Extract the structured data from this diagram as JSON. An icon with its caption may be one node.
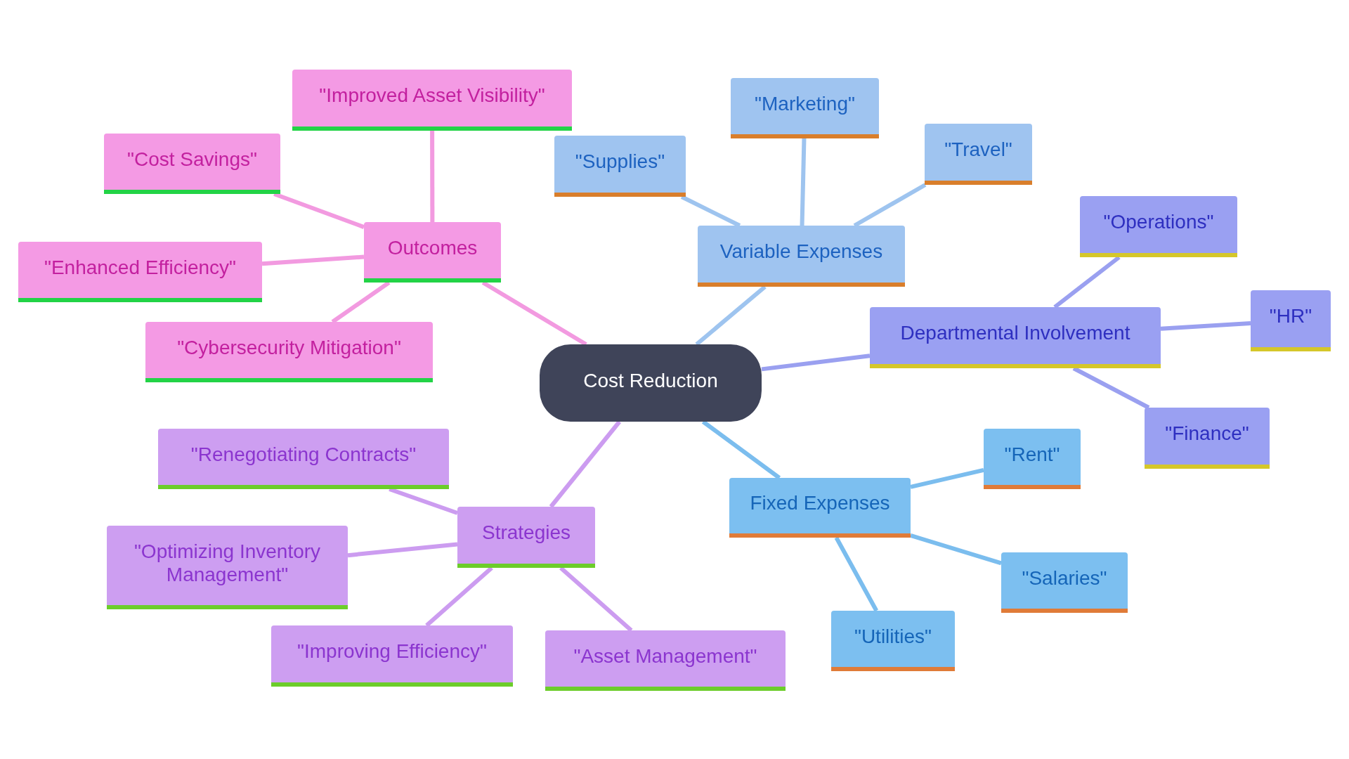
{
  "diagram": {
    "nodes": [
      {
        "text": [
          "Cost Reduction"
        ]
      },
      {
        "text": [
          "Outcomes"
        ]
      },
      {
        "text": [
          "\"Improved Asset Visibility\""
        ]
      },
      {
        "text": [
          "\"Cost Savings\""
        ]
      },
      {
        "text": [
          "\"Enhanced Efficiency\""
        ]
      },
      {
        "text": [
          "\"Cybersecurity Mitigation\""
        ]
      },
      {
        "text": [
          "Variable Expenses"
        ]
      },
      {
        "text": [
          "\"Supplies\""
        ]
      },
      {
        "text": [
          "\"Marketing\""
        ]
      },
      {
        "text": [
          "\"Travel\""
        ]
      },
      {
        "text": [
          "Departmental Involvement"
        ]
      },
      {
        "text": [
          "\"Operations\""
        ]
      },
      {
        "text": [
          "\"HR\""
        ]
      },
      {
        "text": [
          "\"Finance\""
        ]
      },
      {
        "text": [
          "Fixed Expenses"
        ]
      },
      {
        "text": [
          "\"Rent\""
        ]
      },
      {
        "text": [
          "\"Salaries\""
        ]
      },
      {
        "text": [
          "\"Utilities\""
        ]
      },
      {
        "text": [
          "Strategies"
        ]
      },
      {
        "text": [
          "\"Renegotiating Contracts\""
        ]
      },
      {
        "text": [
          "\"Optimizing Inventory Management\""
        ]
      },
      {
        "text": [
          "\"Improving Efficiency\""
        ]
      },
      {
        "text": [
          "\"Asset Management\""
        ]
      }
    ],
    "edges": [
      {
        "from": 0,
        "to": 1,
        "arrow": "none",
        "color": "#f29ae0"
      },
      {
        "from": 1,
        "to": 2,
        "arrow": "none",
        "color": "#f29ae0"
      },
      {
        "from": 1,
        "to": 3,
        "arrow": "none",
        "color": "#f29ae0"
      },
      {
        "from": 1,
        "to": 4,
        "arrow": "none",
        "color": "#f29ae0"
      },
      {
        "from": 1,
        "to": 5,
        "arrow": "none",
        "color": "#f29ae0"
      },
      {
        "from": 0,
        "to": 6,
        "arrow": "none",
        "color": "#9ec4ef"
      },
      {
        "from": 6,
        "to": 7,
        "arrow": "none",
        "color": "#9ec4ef"
      },
      {
        "from": 6,
        "to": 8,
        "arrow": "none",
        "color": "#9ec4ef"
      },
      {
        "from": 6,
        "to": 9,
        "arrow": "none",
        "color": "#9ec4ef"
      },
      {
        "from": 0,
        "to": 10,
        "arrow": "none",
        "color": "#9aa0f0"
      },
      {
        "from": 10,
        "to": 11,
        "arrow": "none",
        "color": "#9aa0f0"
      },
      {
        "from": 10,
        "to": 12,
        "arrow": "none",
        "color": "#9aa0f0"
      },
      {
        "from": 10,
        "to": 13,
        "arrow": "none",
        "color": "#9aa0f0"
      },
      {
        "from": 0,
        "to": 14,
        "arrow": "none",
        "color": "#7bbdee"
      },
      {
        "from": 14,
        "to": 15,
        "arrow": "none",
        "color": "#7bbdee"
      },
      {
        "from": 14,
        "to": 16,
        "arrow": "none",
        "color": "#7bbdee"
      },
      {
        "from": 14,
        "to": 17,
        "arrow": "none",
        "color": "#7bbdee"
      },
      {
        "from": 0,
        "to": 18,
        "arrow": "none",
        "color": "#cc9cf0"
      },
      {
        "from": 18,
        "to": 19,
        "arrow": "none",
        "color": "#cc9cf0"
      },
      {
        "from": 18,
        "to": 20,
        "arrow": "none",
        "color": "#cc9cf0"
      },
      {
        "from": 18,
        "to": 21,
        "arrow": "none",
        "color": "#cc9cf0"
      },
      {
        "from": 18,
        "to": 22,
        "arrow": "none",
        "color": "#cc9cf0"
      }
    ]
  }
}
